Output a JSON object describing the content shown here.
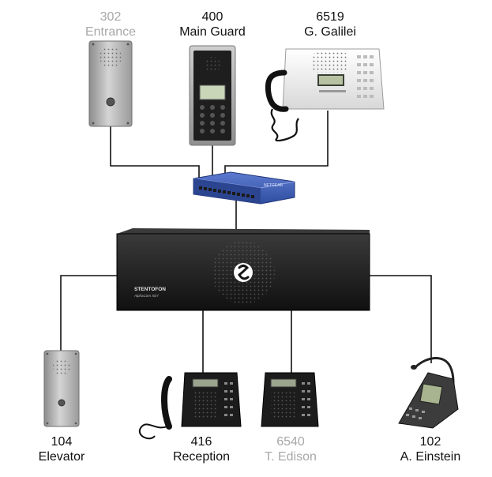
{
  "diagram": {
    "colors": {
      "line": "#111111",
      "active_text": "#111111",
      "inactive_text": "#a8a8a8",
      "switch_body": "#2f4ea0",
      "exchange_body": "#141414"
    },
    "server": {
      "brand": "STENTOFON",
      "model": "AlphaCom XE7",
      "icon": "stentofon-logo-icon"
    },
    "switch": {
      "brand": "NETGEAR",
      "icon": "network-switch-icon"
    },
    "stations": [
      {
        "id": "s302",
        "number": "302",
        "name": "Entrance",
        "active": false,
        "icon": "door-intercom-icon"
      },
      {
        "id": "s400",
        "number": "400",
        "name": "Main Guard",
        "active": true,
        "icon": "keypad-intercom-icon"
      },
      {
        "id": "s6519",
        "number": "6519",
        "name": "G. Galilei",
        "active": true,
        "icon": "desk-phone-icon"
      },
      {
        "id": "s104",
        "number": "104",
        "name": "Elevator",
        "active": true,
        "icon": "door-intercom-icon"
      },
      {
        "id": "s416",
        "number": "416",
        "name": "Reception",
        "active": true,
        "icon": "desk-station-handset-icon"
      },
      {
        "id": "s6540",
        "number": "6540",
        "name": "T. Edison",
        "active": false,
        "icon": "desk-station-icon"
      },
      {
        "id": "s102",
        "number": "102",
        "name": "A. Einstein",
        "active": true,
        "icon": "gooseneck-mic-station-icon"
      }
    ]
  }
}
